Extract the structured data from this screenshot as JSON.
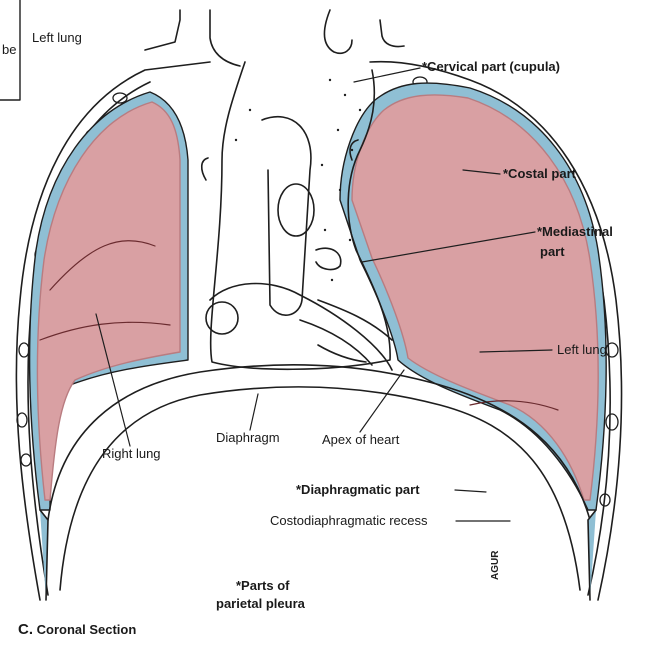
{
  "colors": {
    "lung_fill": "#d9a0a3",
    "lung_edge": "#b97c80",
    "pleura_blue": "#8fbfd4",
    "line": "#1e1e1e",
    "background": "#ffffff"
  },
  "labels": {
    "left_fragment": "be",
    "left_lung_top": "Left lung",
    "cervical": "*Cervical part (cupula)",
    "costal": "*Costal part",
    "mediastinal_line1": "*Mediastinal",
    "mediastinal_line2": "part",
    "left_lung": "Left lung",
    "right_lung": "Right lung",
    "diaphragm": "Diaphragm",
    "apex": "Apex of heart",
    "diaphragmatic": "*Diaphragmatic part",
    "costodiaphragmatic": "Costodiaphragmatic recess",
    "parts_line1": "*Parts of",
    "parts_line2": "parietal pleura",
    "caption_letter": "C.",
    "caption_text": "Coronal Section",
    "signature": "AGUR"
  }
}
